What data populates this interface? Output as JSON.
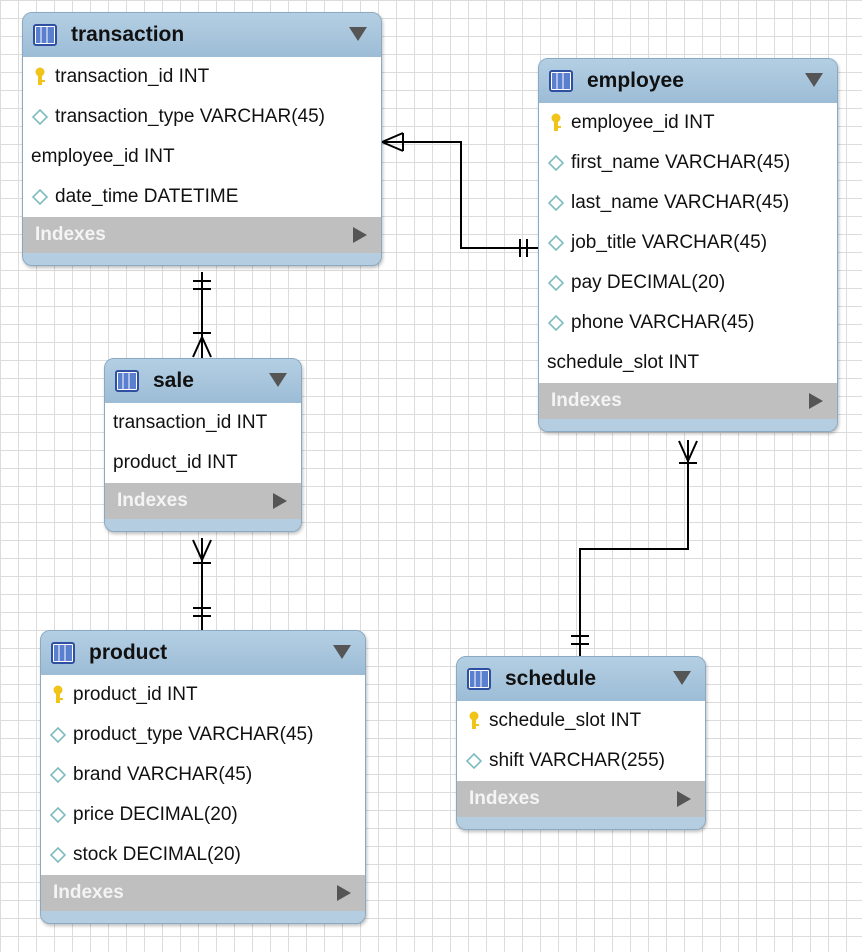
{
  "tables": {
    "transaction": {
      "name": "transaction",
      "columns": [
        {
          "text": "transaction_id INT",
          "icon": "key"
        },
        {
          "text": "transaction_type VARCHAR(45)",
          "icon": "diamond"
        },
        {
          "text": "employee_id INT",
          "icon": "none"
        },
        {
          "text": "date_time DATETIME",
          "icon": "diamond"
        }
      ],
      "indexes": "Indexes"
    },
    "employee": {
      "name": "employee",
      "columns": [
        {
          "text": "employee_id INT",
          "icon": "key"
        },
        {
          "text": "first_name VARCHAR(45)",
          "icon": "diamond"
        },
        {
          "text": "last_name VARCHAR(45)",
          "icon": "diamond"
        },
        {
          "text": "job_title VARCHAR(45)",
          "icon": "diamond"
        },
        {
          "text": "pay DECIMAL(20)",
          "icon": "diamond"
        },
        {
          "text": "phone VARCHAR(45)",
          "icon": "diamond"
        },
        {
          "text": "schedule_slot INT",
          "icon": "none"
        }
      ],
      "indexes": "Indexes"
    },
    "sale": {
      "name": "sale",
      "columns": [
        {
          "text": "transaction_id INT",
          "icon": "none"
        },
        {
          "text": "product_id INT",
          "icon": "none"
        }
      ],
      "indexes": "Indexes"
    },
    "product": {
      "name": "product",
      "columns": [
        {
          "text": "product_id INT",
          "icon": "key"
        },
        {
          "text": "product_type VARCHAR(45)",
          "icon": "diamond"
        },
        {
          "text": "brand VARCHAR(45)",
          "icon": "diamond"
        },
        {
          "text": "price DECIMAL(20)",
          "icon": "diamond"
        },
        {
          "text": "stock DECIMAL(20)",
          "icon": "diamond"
        }
      ],
      "indexes": "Indexes"
    },
    "schedule": {
      "name": "schedule",
      "columns": [
        {
          "text": "schedule_slot INT",
          "icon": "key"
        },
        {
          "text": "shift VARCHAR(255)",
          "icon": "diamond"
        }
      ],
      "indexes": "Indexes"
    }
  },
  "relationships": [
    {
      "from": "transaction",
      "to": "employee",
      "from_end": "many",
      "to_end": "one"
    },
    {
      "from": "transaction",
      "to": "sale",
      "from_end": "one",
      "to_end": "many"
    },
    {
      "from": "product",
      "to": "sale",
      "from_end": "one",
      "to_end": "many"
    },
    {
      "from": "schedule",
      "to": "employee",
      "from_end": "one",
      "to_end": "many"
    }
  ],
  "colors": {
    "header": "#9cbcd6",
    "indexes_bar": "#bfbfbf",
    "key_icon": "#f0c419",
    "diamond_icon": "#7fbcc0",
    "line": "#000000"
  }
}
